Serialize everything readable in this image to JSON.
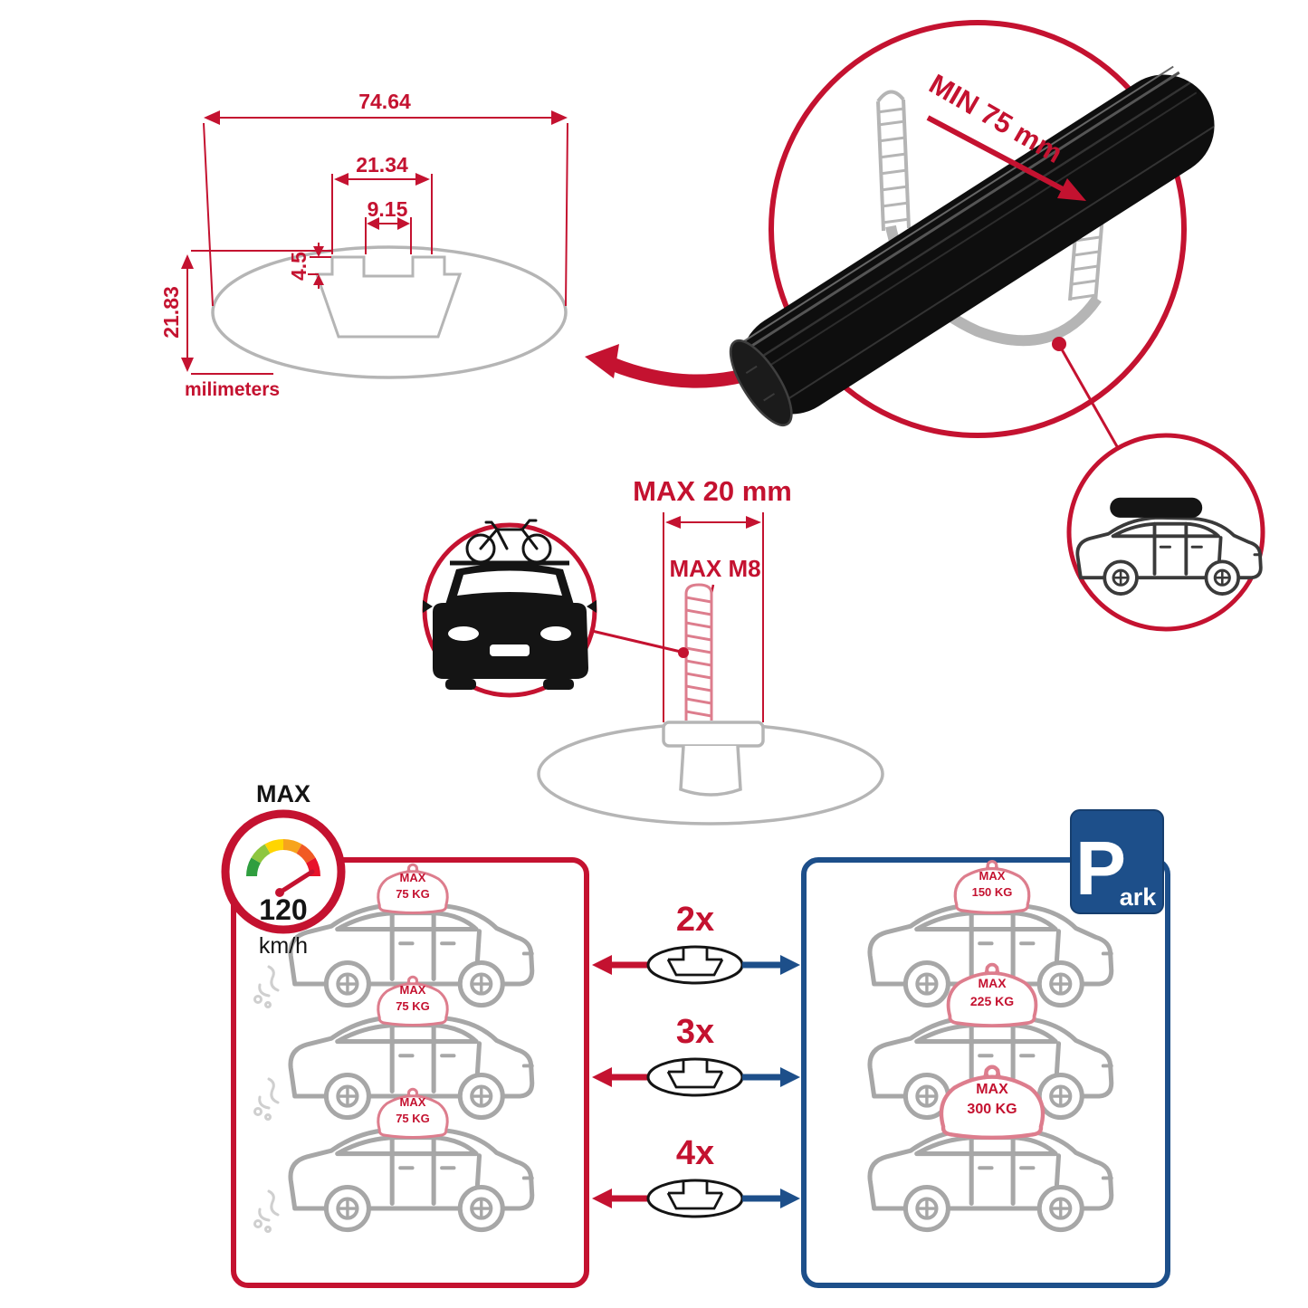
{
  "colors": {
    "red": "#c41230",
    "blue": "#1d4f8a",
    "gray": "#b5b5b5",
    "dark": "#141414",
    "pink": "#dd7d8d"
  },
  "dimension_diagram": {
    "total_width": "74.64",
    "channel_outer_width": "21.34",
    "channel_inner_width": "9.15",
    "step_height": "4.5",
    "total_height": "21.83",
    "units": "milimeters"
  },
  "clamp_detail": {
    "min_grip": "MIN 75 mm"
  },
  "bolt_detail": {
    "max_width": "MAX 20 mm",
    "max_thread": "MAX M8"
  },
  "speed_badge": {
    "label": "MAX",
    "value": "120",
    "unit": "km/h"
  },
  "comparison": {
    "multipliers": [
      "2x",
      "3x",
      "4x"
    ],
    "single_bar_cars": [
      {
        "label": "MAX",
        "weight": "75 KG"
      },
      {
        "label": "MAX",
        "weight": "75 KG"
      },
      {
        "label": "MAX",
        "weight": "75 KG"
      }
    ],
    "multi_bar_cars": [
      {
        "label": "MAX",
        "weight": "150 KG"
      },
      {
        "label": "MAX",
        "weight": "225 KG"
      },
      {
        "label": "MAX",
        "weight": "300 KG"
      }
    ],
    "park_sign": {
      "letter": "P",
      "suffix": "ark"
    }
  }
}
